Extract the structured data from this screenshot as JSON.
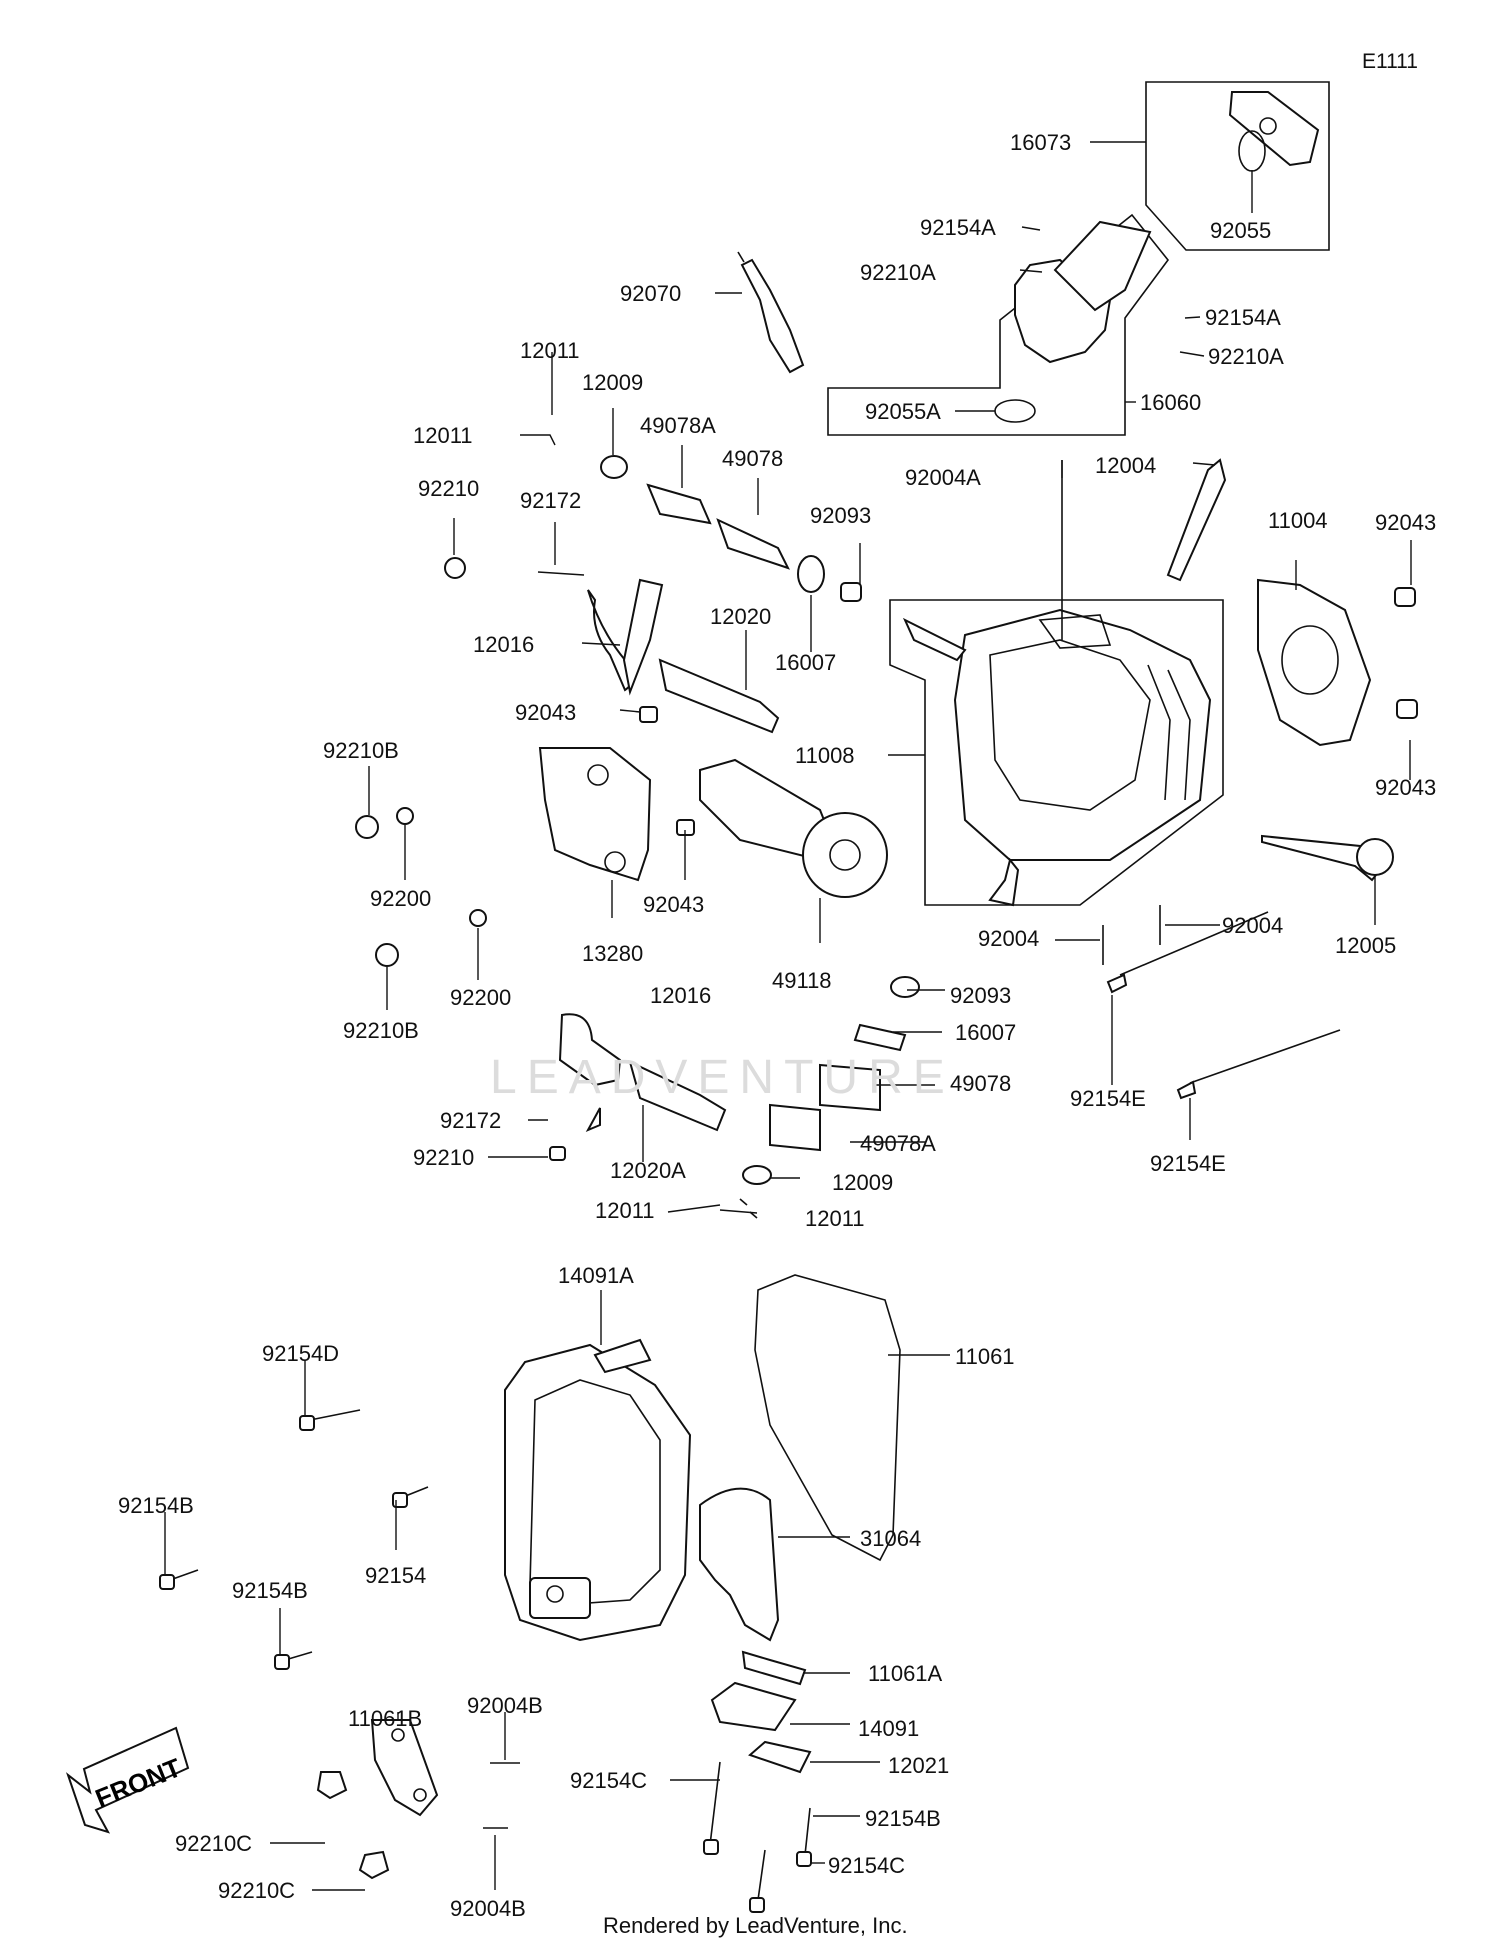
{
  "figure_code": "E1111",
  "credit": "Rendered by LeadVenture, Inc.",
  "watermark": "LEADVENTURE",
  "front_label": "FRONT",
  "labels": [
    {
      "id": "p16073",
      "text": "16073"
    },
    {
      "id": "p92055",
      "text": "92055"
    },
    {
      "id": "p92154A_1",
      "text": "92154A"
    },
    {
      "id": "p92210A_1",
      "text": "92210A"
    },
    {
      "id": "p92154A_2",
      "text": "92154A"
    },
    {
      "id": "p92210A_2",
      "text": "92210A"
    },
    {
      "id": "p92070",
      "text": "92070"
    },
    {
      "id": "p92055A",
      "text": "92055A"
    },
    {
      "id": "p16060",
      "text": "16060"
    },
    {
      "id": "p12011_1",
      "text": "12011"
    },
    {
      "id": "p12009_1",
      "text": "12009"
    },
    {
      "id": "p12011_2",
      "text": "12011"
    },
    {
      "id": "p49078A_1",
      "text": "49078A"
    },
    {
      "id": "p49078_1",
      "text": "49078"
    },
    {
      "id": "p92004A",
      "text": "92004A"
    },
    {
      "id": "p12004",
      "text": "12004"
    },
    {
      "id": "p92210_1",
      "text": "92210"
    },
    {
      "id": "p92172_1",
      "text": "92172"
    },
    {
      "id": "p92093_1",
      "text": "92093"
    },
    {
      "id": "p11004",
      "text": "11004"
    },
    {
      "id": "p92043_1",
      "text": "92043"
    },
    {
      "id": "p12020_1",
      "text": "12020"
    },
    {
      "id": "p12016_1",
      "text": "12016"
    },
    {
      "id": "p16007_1",
      "text": "16007"
    },
    {
      "id": "p92043_2",
      "text": "92043"
    },
    {
      "id": "p92210B_1",
      "text": "92210B"
    },
    {
      "id": "p11008",
      "text": "11008"
    },
    {
      "id": "p92043_3",
      "text": "92043"
    },
    {
      "id": "p92200_1",
      "text": "92200"
    },
    {
      "id": "p92043_4",
      "text": "92043"
    },
    {
      "id": "p12005",
      "text": "12005"
    },
    {
      "id": "p92004_1",
      "text": "92004"
    },
    {
      "id": "p92004_2",
      "text": "92004"
    },
    {
      "id": "p13280",
      "text": "13280"
    },
    {
      "id": "p49118",
      "text": "49118"
    },
    {
      "id": "p92200_2",
      "text": "92200"
    },
    {
      "id": "p12016_2",
      "text": "12016"
    },
    {
      "id": "p92093_2",
      "text": "92093"
    },
    {
      "id": "p92210B_2",
      "text": "92210B"
    },
    {
      "id": "p16007_2",
      "text": "16007"
    },
    {
      "id": "p49078_2",
      "text": "49078"
    },
    {
      "id": "p92154E_1",
      "text": "92154E"
    },
    {
      "id": "p92172_2",
      "text": "92172"
    },
    {
      "id": "p49078A_2",
      "text": "49078A"
    },
    {
      "id": "p92210_2",
      "text": "92210"
    },
    {
      "id": "p12020A",
      "text": "12020A"
    },
    {
      "id": "p92154E_2",
      "text": "92154E"
    },
    {
      "id": "p12009_2",
      "text": "12009"
    },
    {
      "id": "p12011_3",
      "text": "12011"
    },
    {
      "id": "p12011_4",
      "text": "12011"
    },
    {
      "id": "p14091A",
      "text": "14091A"
    },
    {
      "id": "p11061",
      "text": "11061"
    },
    {
      "id": "p92154D",
      "text": "92154D"
    },
    {
      "id": "p92154B_1",
      "text": "92154B"
    },
    {
      "id": "p31064",
      "text": "31064"
    },
    {
      "id": "p92154",
      "text": "92154"
    },
    {
      "id": "p92154B_2",
      "text": "92154B"
    },
    {
      "id": "p11061A",
      "text": "11061A"
    },
    {
      "id": "p11061B",
      "text": "11061B"
    },
    {
      "id": "p92004B_1",
      "text": "92004B"
    },
    {
      "id": "p14091",
      "text": "14091"
    },
    {
      "id": "p12021",
      "text": "12021"
    },
    {
      "id": "p92154C_1",
      "text": "92154C"
    },
    {
      "id": "p92154B_3",
      "text": "92154B"
    },
    {
      "id": "p92210C_1",
      "text": "92210C"
    },
    {
      "id": "p92154C_2",
      "text": "92154C"
    },
    {
      "id": "p92210C_2",
      "text": "92210C"
    },
    {
      "id": "p92004B_2",
      "text": "92004B"
    }
  ]
}
